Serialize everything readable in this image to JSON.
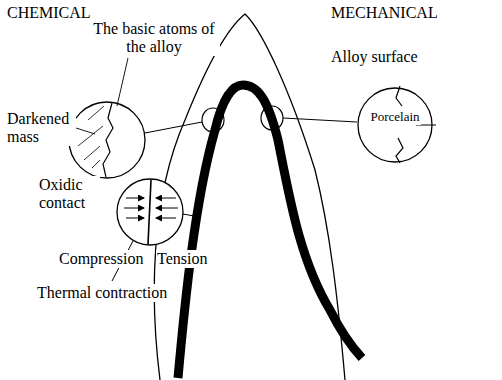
{
  "diagram": {
    "nodes": [
      {
        "text": [
          "Porcelain"
        ]
      }
    ],
    "labels": [
      "CHEMICAL",
      "MECHANICAL",
      "The basic atoms of the alloy",
      "Alloy surface",
      "Darkened mass",
      "Oxidic contact",
      "Compression",
      "Tension",
      "Thermal contraction"
    ]
  }
}
